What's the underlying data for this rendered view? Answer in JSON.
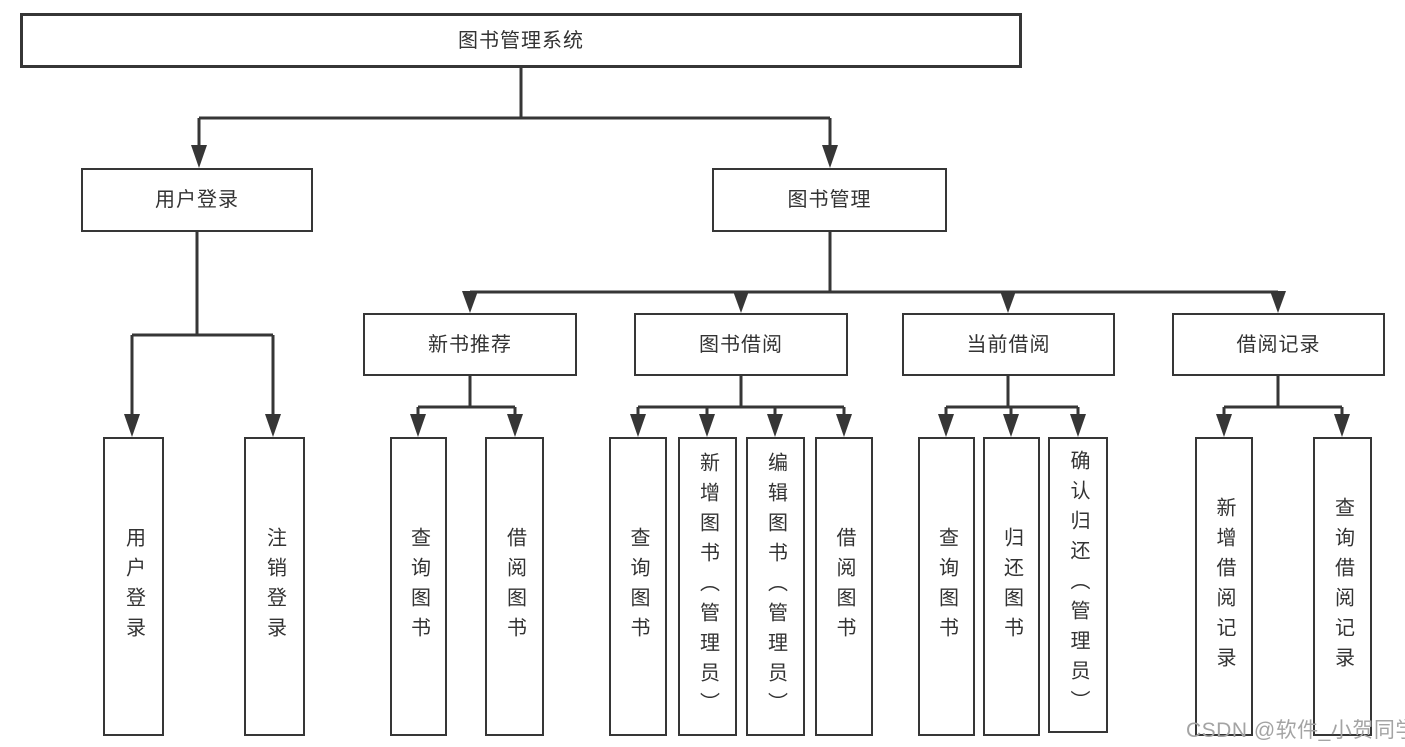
{
  "colors": {
    "line": "#363636",
    "box_border": "#363636",
    "text": "#333333",
    "watermark": "#a4a4a4",
    "background": "#ffffff"
  },
  "tree": {
    "root": {
      "label": "图书管理系统"
    },
    "level2": [
      {
        "label": "用户登录",
        "children": [
          {
            "label": "用户登录"
          },
          {
            "label": "注销登录"
          }
        ]
      },
      {
        "label": "图书管理",
        "children": [
          {
            "label": "新书推荐",
            "children": [
              {
                "label": "查询图书"
              },
              {
                "label": "借阅图书"
              }
            ]
          },
          {
            "label": "图书借阅",
            "children": [
              {
                "label": "查询图书"
              },
              {
                "label": "新增图书（管理员）"
              },
              {
                "label": "编辑图书（管理员）"
              },
              {
                "label": "借阅图书"
              }
            ]
          },
          {
            "label": "当前借阅",
            "children": [
              {
                "label": "查询图书"
              },
              {
                "label": "归还图书"
              },
              {
                "label": "确认归还（管理员）"
              }
            ]
          },
          {
            "label": "借阅记录",
            "children": [
              {
                "label": "新增借阅记录"
              },
              {
                "label": "查询借阅记录"
              }
            ]
          }
        ]
      }
    ]
  },
  "watermark": {
    "text": "CSDN @软件_小贺同学"
  }
}
